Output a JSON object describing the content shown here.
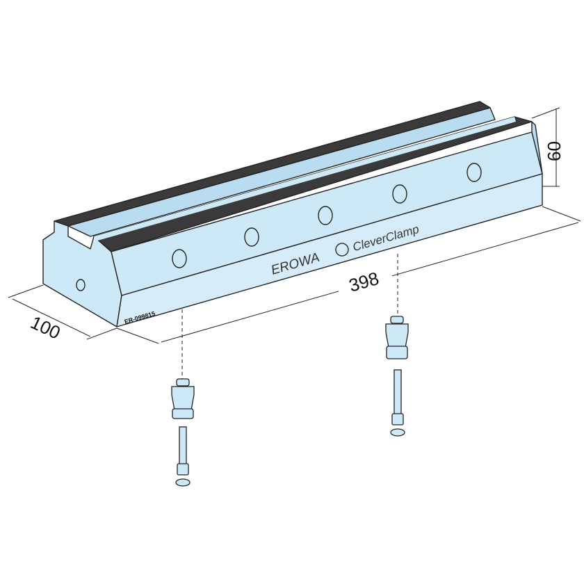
{
  "drawing": {
    "brand": "EROWA",
    "product": "CleverClamp",
    "part_number": "ER-099815",
    "dimensions": {
      "width": "100",
      "length": "398",
      "height": "60"
    },
    "colors": {
      "body": "#cde8f7",
      "outline": "#222222",
      "serration": "#3a3a3a"
    }
  }
}
